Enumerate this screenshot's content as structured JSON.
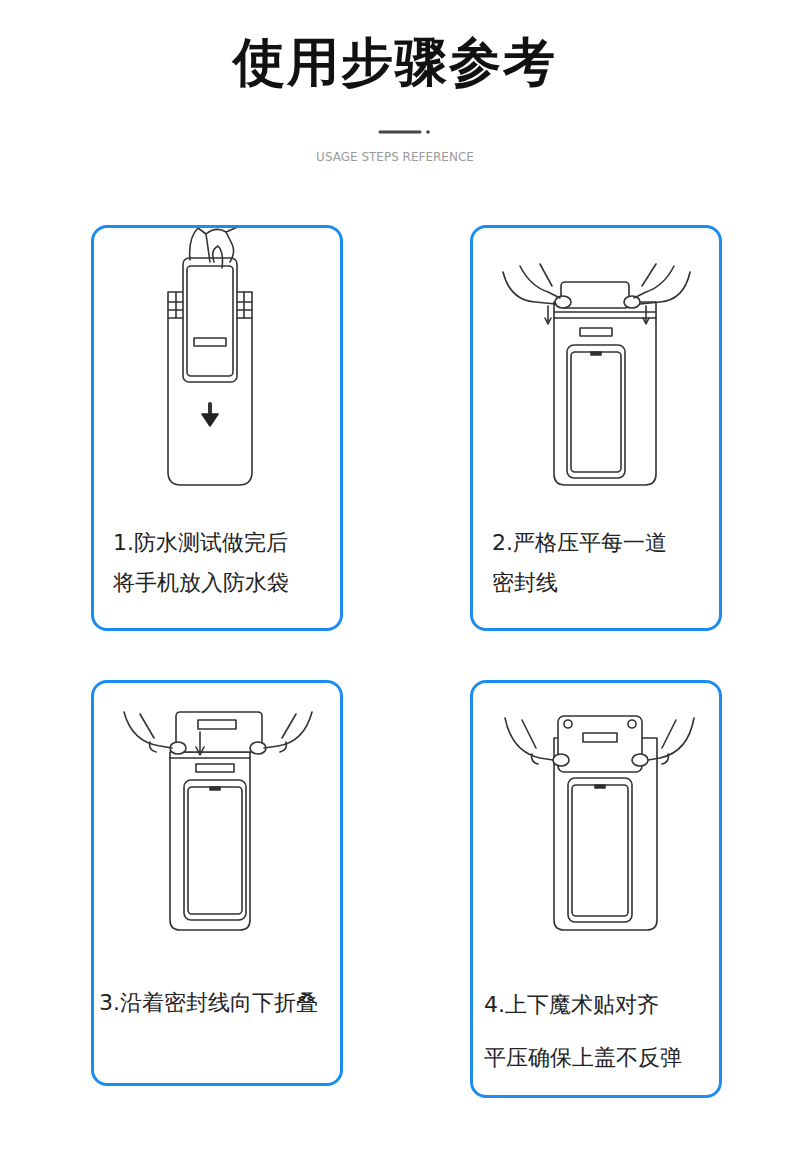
{
  "diagram": {
    "title": "使用步骤参考",
    "nodes": [
      {
        "text": [
          "1.防水测试做完后 将手机放入防水袋"
        ]
      },
      {
        "text": [
          "2.严格压平每一道 密封线"
        ]
      },
      {
        "text": [
          "3.沿着密封线向下折叠"
        ]
      },
      {
        "text": [
          "4.上下魔术贴对齐 平压确保上盖不反弹"
        ]
      }
    ],
    "labels": [
      "USAGE STEPS REFERENCE"
    ]
  }
}
